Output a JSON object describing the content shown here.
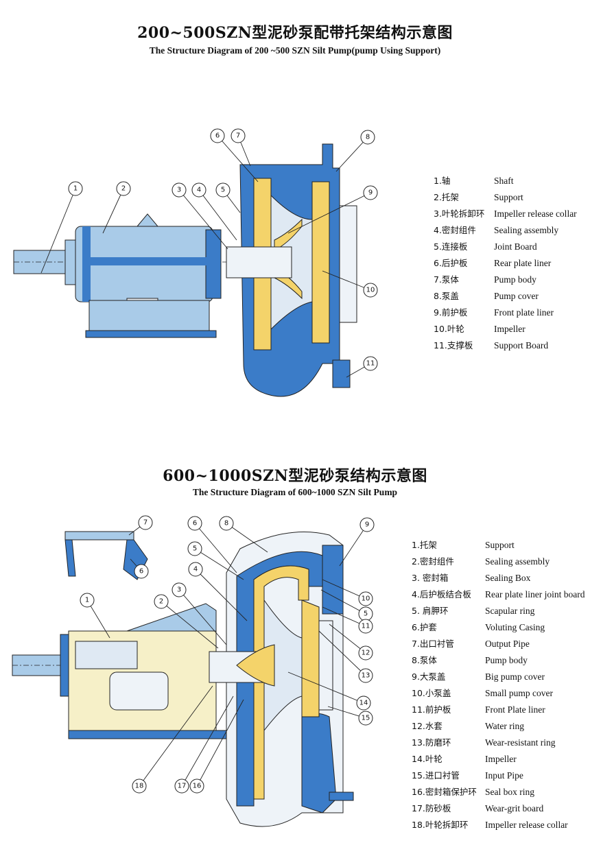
{
  "section1": {
    "title_cn": "200~500SZN型泥砂泵配带托架结构示意图",
    "title_en": "The Structure Diagram of 200 ~500  SZN Silt Pump(pump Using Support)",
    "legend": [
      {
        "num_cn": "1.轴",
        "en": "Shaft"
      },
      {
        "num_cn": "2.托架",
        "en": "Support"
      },
      {
        "num_cn": "3.叶轮拆卸环",
        "en": "Impeller release collar"
      },
      {
        "num_cn": "4.密封组件",
        "en": "Sealing assembly"
      },
      {
        "num_cn": "5.连接板",
        "en": "Joint Board"
      },
      {
        "num_cn": "6.后护板",
        "en": "Rear plate liner"
      },
      {
        "num_cn": "7.泵体",
        "en": "Pump body"
      },
      {
        "num_cn": "8.泵盖",
        "en": "Pump cover"
      },
      {
        "num_cn": "9.前护板",
        "en": "Front plate liner"
      },
      {
        "num_cn": "10.叶轮",
        "en": "Impeller"
      },
      {
        "num_cn": "11.支撑板",
        "en": "Support Board"
      }
    ],
    "callouts": [
      "1",
      "2",
      "3",
      "4",
      "5",
      "6",
      "7",
      "8",
      "9",
      "10",
      "11"
    ]
  },
  "section2": {
    "title_cn": "600~1000SZN型泥砂泵结构示意图",
    "title_en": "The Structure Diagram of 600~1000 SZN Silt Pump",
    "legend": [
      {
        "num_cn": "1.托架",
        "en": "Support"
      },
      {
        "num_cn": "2.密封组件",
        "en": "Sealing assembly"
      },
      {
        "num_cn": "3. 密封箱",
        "en": "Sealing Box"
      },
      {
        "num_cn": "4.后护板结合板",
        "en": "Rear plate liner joint board"
      },
      {
        "num_cn": "5. 肩胛环",
        "en": "Scapular ring"
      },
      {
        "num_cn": "6.护套",
        "en": "Voluting Casing"
      },
      {
        "num_cn": "7.出口衬管",
        "en": "Output Pipe"
      },
      {
        "num_cn": "8.泵体",
        "en": "Pump body"
      },
      {
        "num_cn": "9.大泵盖",
        "en": "Big pump cover"
      },
      {
        "num_cn": "10.小泵盖",
        "en": "Small pump cover"
      },
      {
        "num_cn": "11.前护板",
        "en": "Front Plate liner"
      },
      {
        "num_cn": "12.水套",
        "en": "Water ring"
      },
      {
        "num_cn": "13.防磨环",
        "en": "Wear-resistant ring"
      },
      {
        "num_cn": "14.叶轮",
        "en": "Impeller"
      },
      {
        "num_cn": "15.进口衬管",
        "en": "Input Pipe"
      },
      {
        "num_cn": "16.密封箱保护环",
        "en": "Seal box ring"
      },
      {
        "num_cn": "17.防砂板",
        "en": "Wear-grit board"
      },
      {
        "num_cn": "18.叶轮拆卸环",
        "en": "Impeller release collar"
      }
    ],
    "callouts": [
      "1",
      "2",
      "3",
      "4",
      "5",
      "6",
      "7",
      "8",
      "9",
      "10",
      "5",
      "11",
      "12",
      "13",
      "14",
      "15",
      "16",
      "17",
      "18"
    ]
  },
  "colors": {
    "casing_blue": "#3b7cc8",
    "support_blue": "#a9cbe8",
    "liner_yellow": "#f4d36a",
    "impeller_light": "#dfe9f3",
    "line": "#222222"
  }
}
